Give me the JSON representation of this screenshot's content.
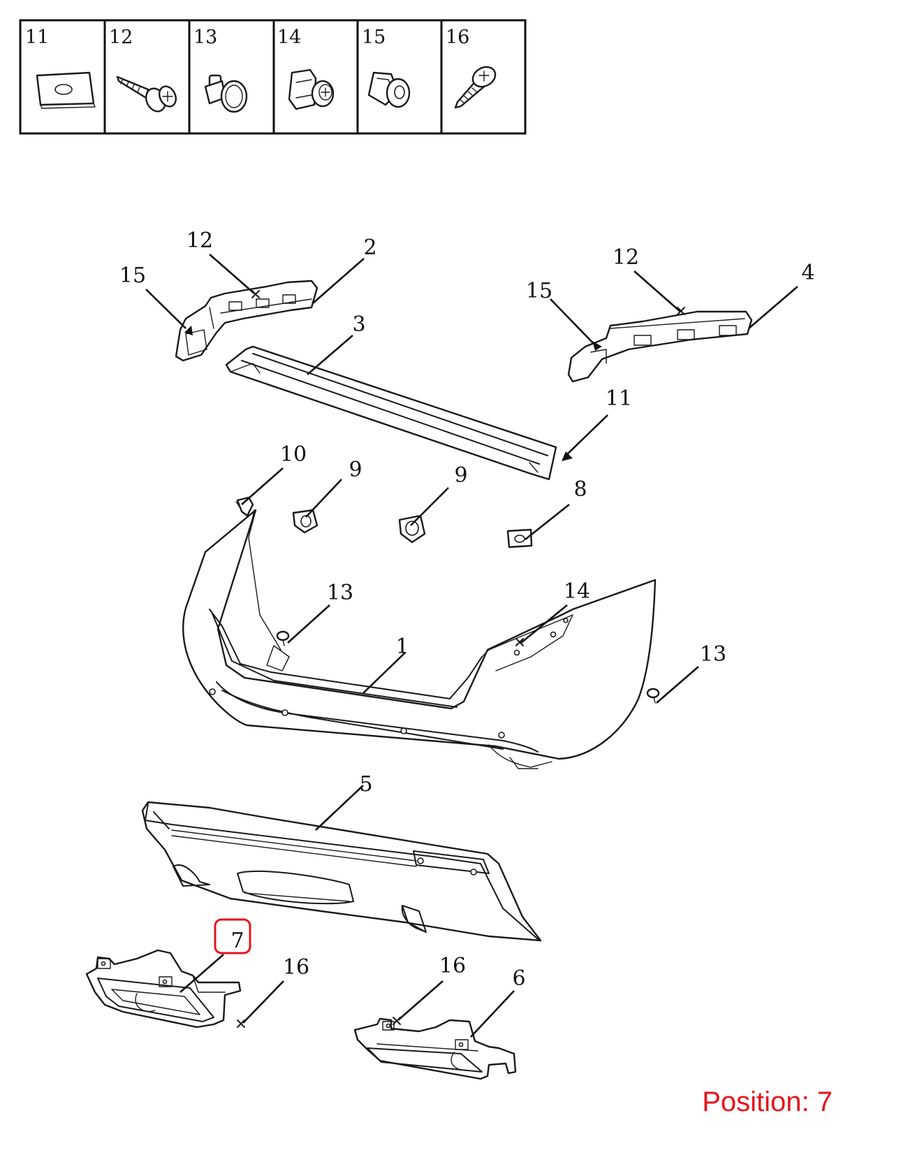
{
  "legend_cells": [
    {
      "number": "11",
      "icon": "flat-clip-nut-icon"
    },
    {
      "number": "12",
      "icon": "washer-screw-icon"
    },
    {
      "number": "13",
      "icon": "push-rivet-icon"
    },
    {
      "number": "14",
      "icon": "clip-with-screw-icon"
    },
    {
      "number": "15",
      "icon": "push-nut-clip-icon"
    },
    {
      "number": "16",
      "icon": "self-tapping-screw-icon"
    }
  ],
  "callouts": {
    "c1": "1",
    "c2": "2",
    "c3": "3",
    "c4": "4",
    "c5": "5",
    "c6": "6",
    "c7": "7",
    "c8": "8",
    "c9a": "9",
    "c9b": "9",
    "c10": "10",
    "c11": "11",
    "c12a": "12",
    "c12b": "12",
    "c13a": "13",
    "c13b": "13",
    "c14": "14",
    "c15a": "15",
    "c15b": "15",
    "c16a": "16",
    "c16b": "16"
  },
  "highlighted_callout": "7",
  "position_label": "Position: 7",
  "colors": {
    "highlight": "#e8141c",
    "position_text": "#e8141c",
    "line": "#1a1a1a"
  }
}
